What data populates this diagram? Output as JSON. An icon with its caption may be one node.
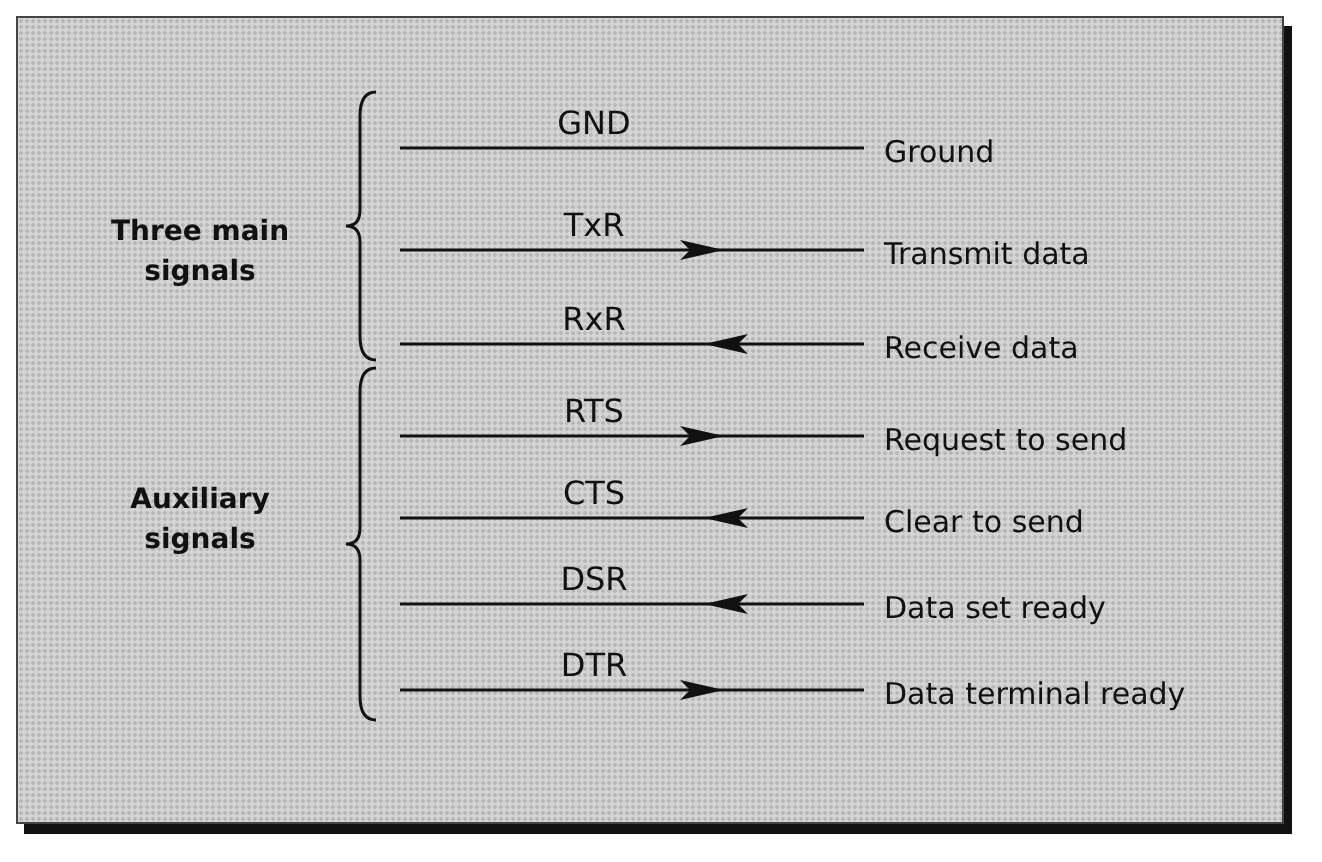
{
  "diagram": {
    "labels": [
      "GND",
      "Ground",
      "Three main signals",
      "TxR",
      "Transmit data",
      "RxR",
      "Receive data",
      "RTS",
      "Request to send",
      "Auxiliary signals",
      "CTS",
      "Clear to send",
      "DSR",
      "Data set ready",
      "DTR",
      "Data terminal ready"
    ]
  }
}
